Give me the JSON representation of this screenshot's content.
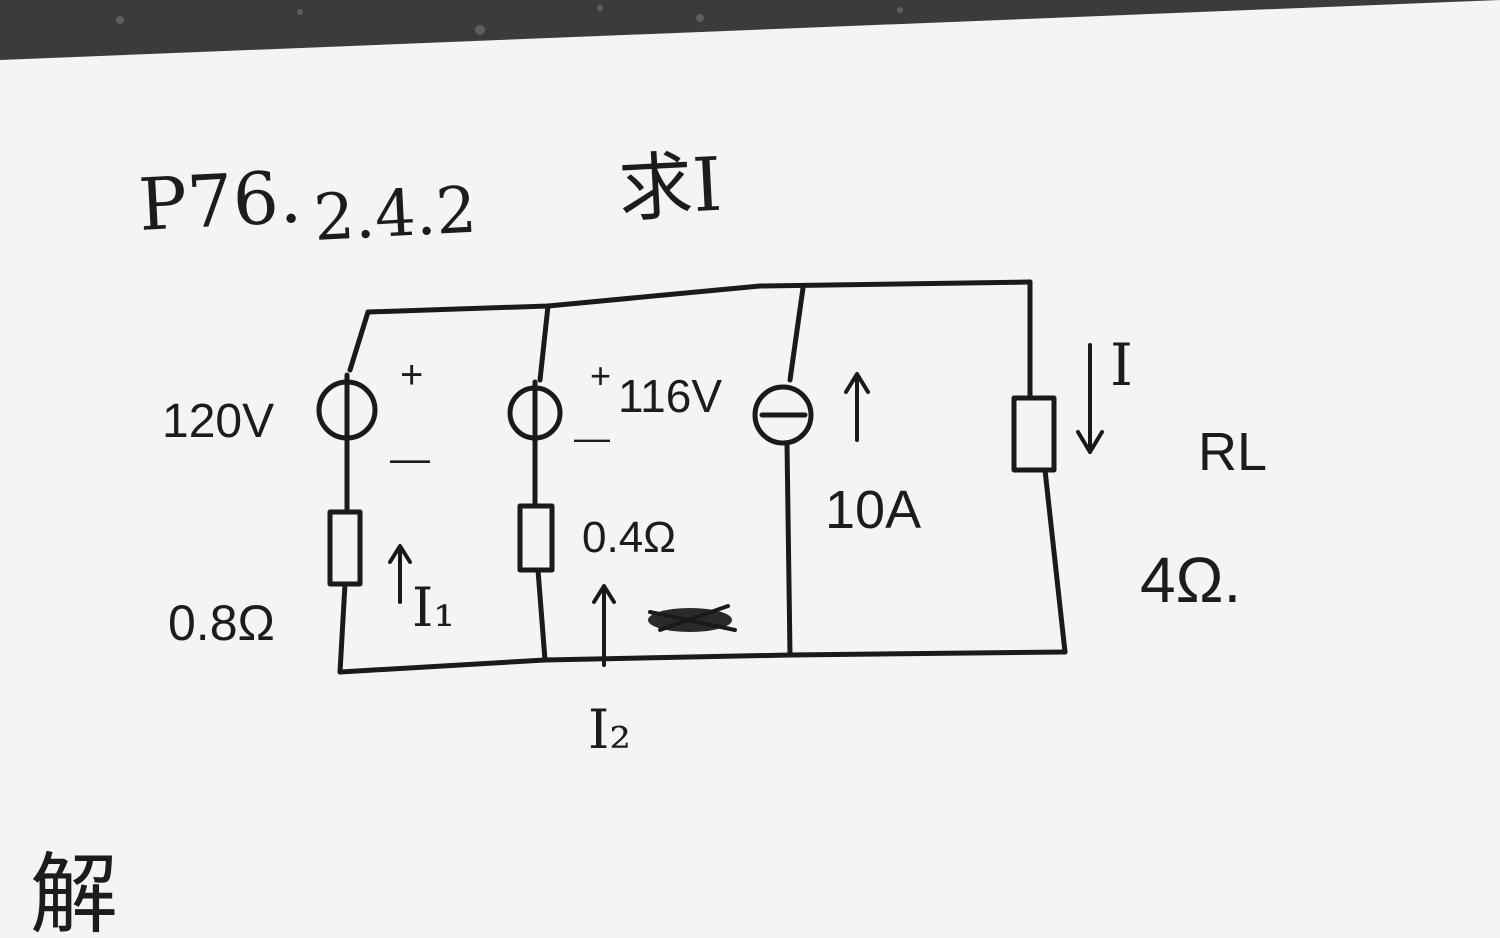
{
  "header": {
    "page_ref": "P76.",
    "problem_number": "2.4.2",
    "task": "求I"
  },
  "circuit": {
    "source1": {
      "voltage": "120V",
      "plus": "+",
      "minus": "—",
      "resistance": "0.8Ω",
      "current": "I₁"
    },
    "source2": {
      "plus": "+",
      "voltage": "116V",
      "minus": "—",
      "resistance": "0.4Ω",
      "current": "I₂"
    },
    "current_source": {
      "value": "10A"
    },
    "load": {
      "current": "I",
      "name": "RL",
      "resistance": "4Ω."
    }
  },
  "footer": {
    "solution": "解"
  },
  "colors": {
    "ink": "#1c1c1c",
    "paper": "#f4f4f2",
    "desk": "#3a3a3a"
  }
}
